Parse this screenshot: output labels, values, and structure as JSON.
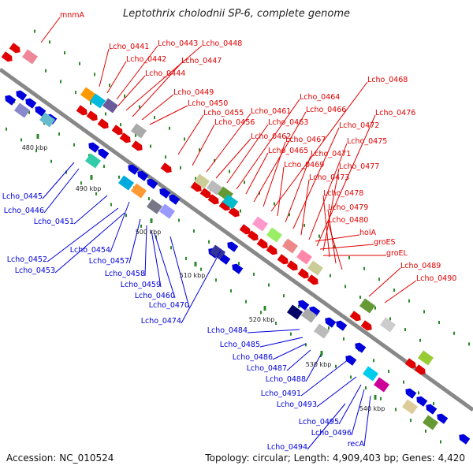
{
  "title": "Leptothrix cholodnii SP-6, complete genome",
  "footer": {
    "accession": "Accession: NC_010524",
    "info": "Topology: circular; Length: 4,909,403 bp; Genes: 4,420"
  },
  "colors": {
    "forward": "#e00000",
    "reverse": "#0000dd",
    "backbone": "#888888",
    "tick": "#2a8a2a"
  },
  "ruler": [
    "480 kbp",
    "490 kbp",
    "500 kbp",
    "510 kbp",
    "520 kbp",
    "530 kbp",
    "540 kbp"
  ],
  "forward_labels": [
    "mnmA",
    "Lcho_0441",
    "Lcho_0442",
    "Lcho_0443",
    "Lcho_0444",
    "Lcho_0447",
    "Lcho_0448",
    "Lcho_0449",
    "Lcho_0450",
    "Lcho_0455",
    "Lcho_0456",
    "Lcho_0461",
    "Lcho_0462",
    "Lcho_0463",
    "Lcho_0464",
    "Lcho_0465",
    "Lcho_0466",
    "Lcho_0467",
    "Lcho_0468",
    "Lcho_0469",
    "Lcho_0471",
    "Lcho_0472",
    "Lcho_0473",
    "Lcho_0475",
    "Lcho_0476",
    "Lcho_0477",
    "Lcho_0478",
    "Lcho_0479",
    "Lcho_0480",
    "holA",
    "groES",
    "groEL",
    "Lcho_0489",
    "Lcho_0490"
  ],
  "reverse_labels": [
    "Lcho_0445",
    "Lcho_0446",
    "Lcho_0451",
    "Lcho_0452",
    "Lcho_0453",
    "Lcho_0454",
    "Lcho_0457",
    "Lcho_0458",
    "Lcho_0459",
    "Lcho_0460",
    "Lcho_0470",
    "Lcho_0474",
    "Lcho_0484",
    "Lcho_0485",
    "Lcho_0486",
    "Lcho_0487",
    "Lcho_0488",
    "Lcho_0491",
    "Lcho_0493",
    "Lcho_0494",
    "Lcho_0495",
    "Lcho_0496",
    "recA"
  ]
}
